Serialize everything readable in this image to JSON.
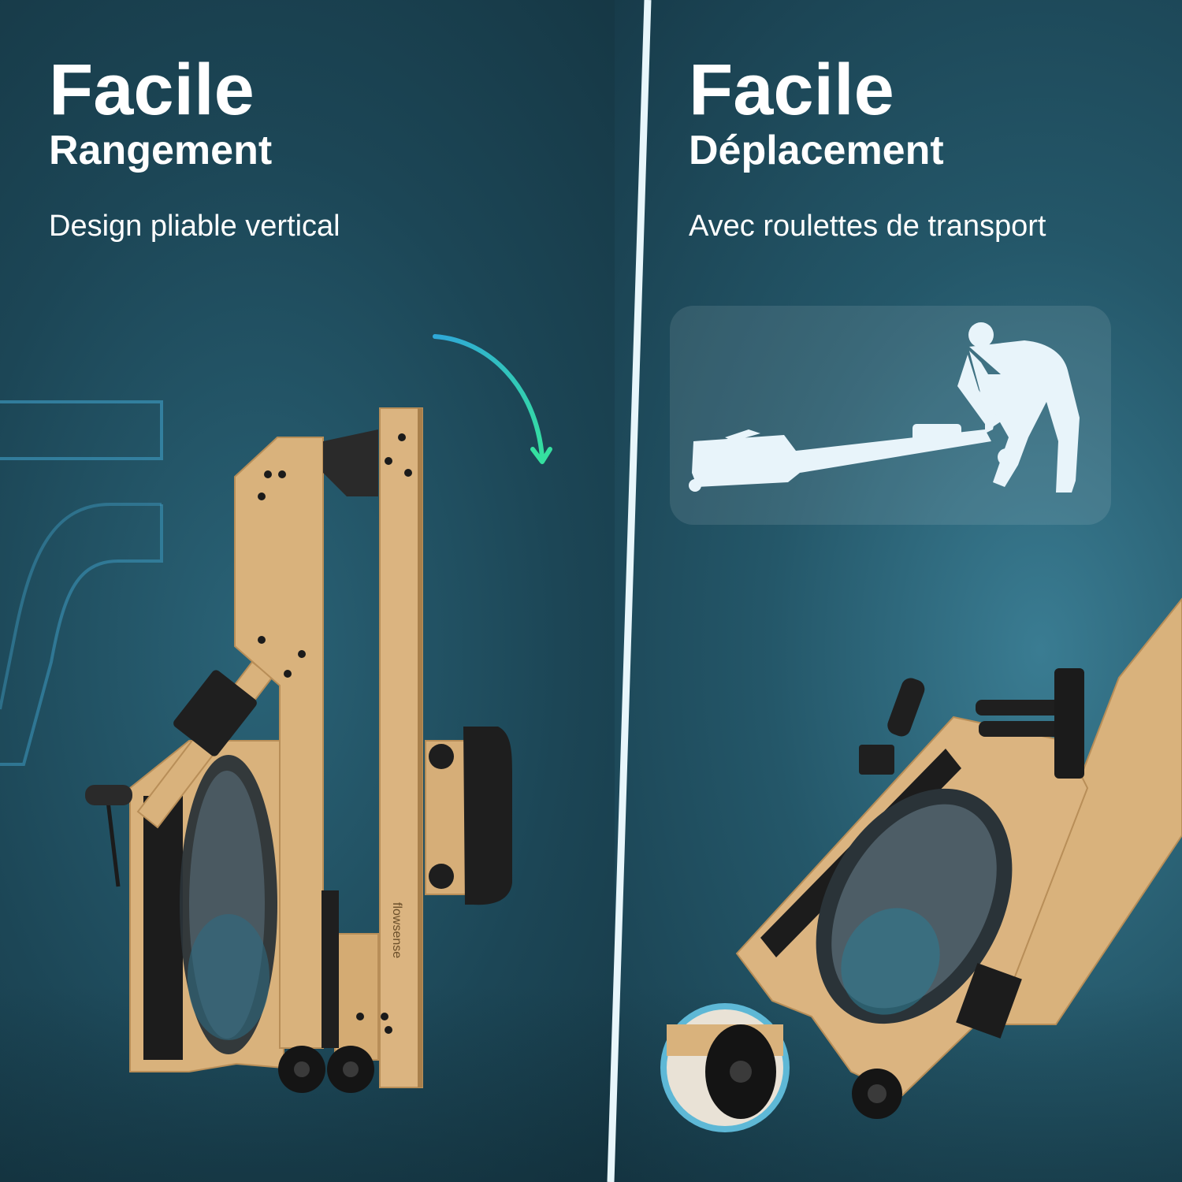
{
  "left_panel": {
    "headline": "Facile",
    "subhead": "Rangement",
    "caption": "Design pliable vertical",
    "brand_text": "flowsense"
  },
  "right_panel": {
    "headline": "Facile",
    "subhead": "Déplacement",
    "caption": "Avec roulettes de transport"
  },
  "colors": {
    "wood": "#d9b27c",
    "wood_dark": "#b88e58",
    "black": "#1b1b1b",
    "accent_arrow_start": "#2fa8d8",
    "accent_arrow_end": "#35e0a0",
    "text": "#ffffff"
  },
  "icons": [
    "curved-arrow-icon",
    "person-moving-rower-icon",
    "wheel-zoom-icon",
    "brand-logo-outline"
  ]
}
